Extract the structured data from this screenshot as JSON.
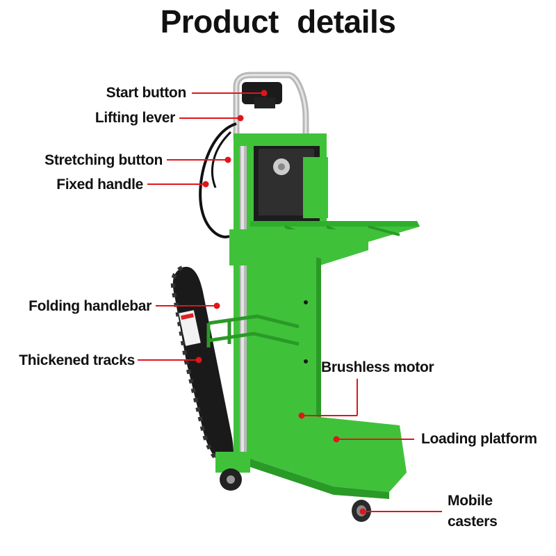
{
  "title": "Product   details",
  "labels": {
    "start_button": "Start button",
    "lifting_lever": "Lifting lever",
    "stretching_button": "Stretching button",
    "fixed_handle": "Fixed handle",
    "folding_handlebar": "Folding handlebar",
    "thickened_tracks": "Thickened tracks",
    "brushless_motor": "Brushless motor",
    "loading_platform": "Loading platform",
    "mobile_casters_line1": "Mobile",
    "mobile_casters_line2": "casters"
  },
  "colors": {
    "body_green": "#3fc23a",
    "dark_green": "#2a9a27",
    "pointer_red": "#e0151b",
    "track_black": "#1a1a1a",
    "steel": "#b8b8b8"
  }
}
